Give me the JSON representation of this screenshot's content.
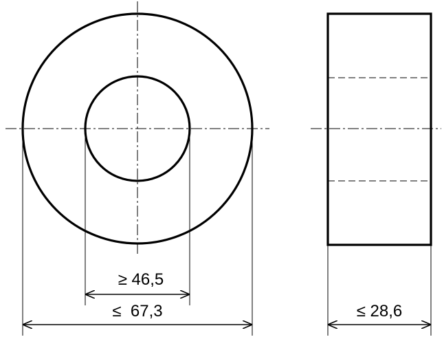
{
  "drawing": {
    "front_view": {
      "inner_diameter_label": "≥ 46,5",
      "outer_diameter_label": "≤  67,3"
    },
    "side_view": {
      "height_label": "≤ 28,6"
    }
  },
  "colors": {
    "line": "#000000",
    "background": "#ffffff"
  }
}
